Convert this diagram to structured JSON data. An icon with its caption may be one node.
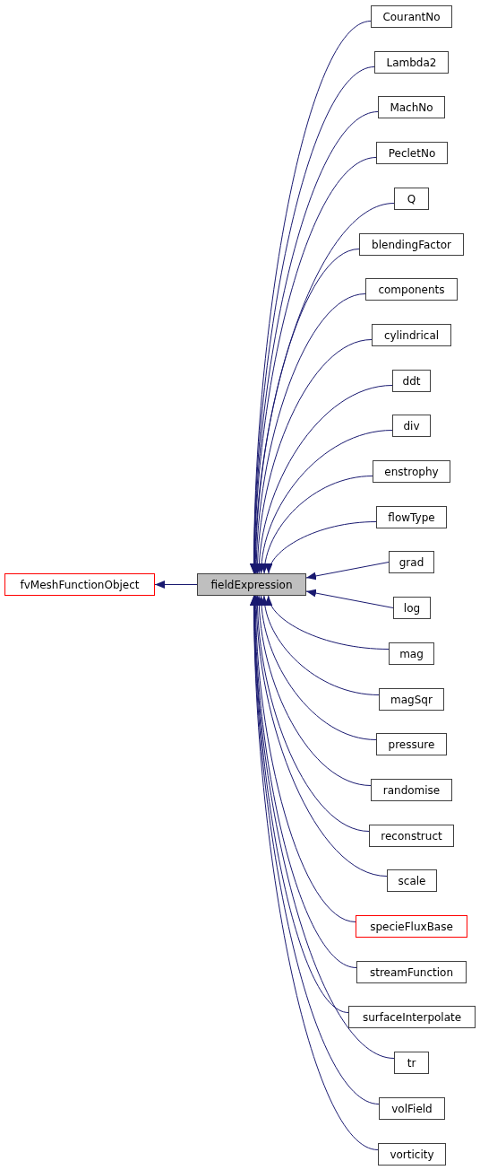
{
  "diagram": {
    "nodes": [
      {
        "text": [
          "fvMeshFunctionObject"
        ]
      },
      {
        "text": [
          "fieldExpression"
        ]
      },
      {
        "text": [
          "CourantNo"
        ]
      },
      {
        "text": [
          "Lambda2"
        ]
      },
      {
        "text": [
          "MachNo"
        ]
      },
      {
        "text": [
          "PecletNo"
        ]
      },
      {
        "text": [
          "Q"
        ]
      },
      {
        "text": [
          "blendingFactor"
        ]
      },
      {
        "text": [
          "components"
        ]
      },
      {
        "text": [
          "cylindrical"
        ]
      },
      {
        "text": [
          "ddt"
        ]
      },
      {
        "text": [
          "div"
        ]
      },
      {
        "text": [
          "enstrophy"
        ]
      },
      {
        "text": [
          "flowType"
        ]
      },
      {
        "text": [
          "grad"
        ]
      },
      {
        "text": [
          "log"
        ]
      },
      {
        "text": [
          "mag"
        ]
      },
      {
        "text": [
          "magSqr"
        ]
      },
      {
        "text": [
          "pressure"
        ]
      },
      {
        "text": [
          "randomise"
        ]
      },
      {
        "text": [
          "reconstruct"
        ]
      },
      {
        "text": [
          "scale"
        ]
      },
      {
        "text": [
          "specieFluxBase"
        ]
      },
      {
        "text": [
          "streamFunction"
        ]
      },
      {
        "text": [
          "surfaceInterpolate"
        ]
      },
      {
        "text": [
          "tr"
        ]
      },
      {
        "text": [
          "volField"
        ]
      },
      {
        "text": [
          "vorticity"
        ]
      }
    ],
    "edges": [
      {
        "from": 1,
        "to": 0,
        "arrow": "to"
      },
      {
        "from": 2,
        "to": 1,
        "arrow": "to"
      },
      {
        "from": 3,
        "to": 1,
        "arrow": "to"
      },
      {
        "from": 4,
        "to": 1,
        "arrow": "to"
      },
      {
        "from": 5,
        "to": 1,
        "arrow": "to"
      },
      {
        "from": 6,
        "to": 1,
        "arrow": "to"
      },
      {
        "from": 7,
        "to": 1,
        "arrow": "to"
      },
      {
        "from": 8,
        "to": 1,
        "arrow": "to"
      },
      {
        "from": 9,
        "to": 1,
        "arrow": "to"
      },
      {
        "from": 10,
        "to": 1,
        "arrow": "to"
      },
      {
        "from": 11,
        "to": 1,
        "arrow": "to"
      },
      {
        "from": 12,
        "to": 1,
        "arrow": "to"
      },
      {
        "from": 13,
        "to": 1,
        "arrow": "to"
      },
      {
        "from": 14,
        "to": 1,
        "arrow": "to"
      },
      {
        "from": 15,
        "to": 1,
        "arrow": "to"
      },
      {
        "from": 16,
        "to": 1,
        "arrow": "to"
      },
      {
        "from": 17,
        "to": 1,
        "arrow": "to"
      },
      {
        "from": 18,
        "to": 1,
        "arrow": "to"
      },
      {
        "from": 19,
        "to": 1,
        "arrow": "to"
      },
      {
        "from": 20,
        "to": 1,
        "arrow": "to"
      },
      {
        "from": 21,
        "to": 1,
        "arrow": "to"
      },
      {
        "from": 22,
        "to": 1,
        "arrow": "to"
      },
      {
        "from": 23,
        "to": 1,
        "arrow": "to"
      },
      {
        "from": 24,
        "to": 1,
        "arrow": "to"
      },
      {
        "from": 25,
        "to": 1,
        "arrow": "to"
      },
      {
        "from": 26,
        "to": 1,
        "arrow": "to"
      },
      {
        "from": 27,
        "to": 1,
        "arrow": "to"
      }
    ]
  }
}
